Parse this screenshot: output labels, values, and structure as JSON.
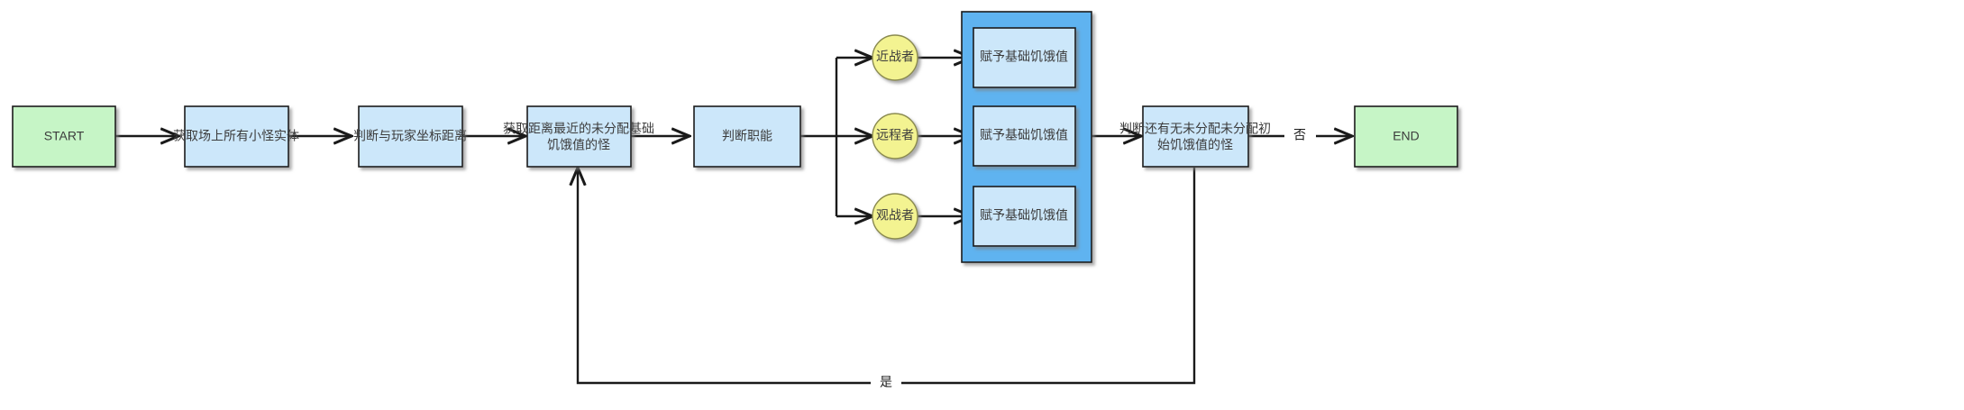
{
  "diagram": {
    "type": "flowchart",
    "orientation": "left-to-right",
    "colors": {
      "terminator_fill": "#c6f5c6",
      "process_fill": "#cce7fa",
      "decision_ellipse_fill": "#f3f391",
      "group_fill": "#5eb3f0",
      "inner_process_fill": "#cce7fa",
      "stroke": "#1a1a1a",
      "text": "#3c3c3c",
      "background": "#ffffff"
    },
    "nodes": [
      {
        "id": "start",
        "label": "START",
        "shape": "rect",
        "kind": "terminator"
      },
      {
        "id": "get_mobs",
        "label": "获取场上所有小怪实体",
        "shape": "rect",
        "kind": "process"
      },
      {
        "id": "calc_dist",
        "label": "判断与玩家坐标距离",
        "shape": "rect",
        "kind": "process"
      },
      {
        "id": "pick_near",
        "label": "获取距离最近的未分配基础饥饿值的怪",
        "shape": "rect",
        "kind": "process",
        "lines": [
          "获取距离最近的未分配基础",
          "饥饿值的怪"
        ]
      },
      {
        "id": "judge_role",
        "label": "判断职能",
        "shape": "rect",
        "kind": "process"
      },
      {
        "id": "role_melee",
        "label": "近战者",
        "shape": "ellipse",
        "kind": "branch"
      },
      {
        "id": "role_ranged",
        "label": "远程者",
        "shape": "ellipse",
        "kind": "branch"
      },
      {
        "id": "role_watch",
        "label": "观战者",
        "shape": "ellipse",
        "kind": "branch"
      },
      {
        "id": "assign_1",
        "label": "赋予基础饥饿值",
        "shape": "rect",
        "kind": "inner-process"
      },
      {
        "id": "assign_2",
        "label": "赋予基础饥饿值",
        "shape": "rect",
        "kind": "inner-process"
      },
      {
        "id": "assign_3",
        "label": "赋予基础饥饿值",
        "shape": "rect",
        "kind": "inner-process"
      },
      {
        "id": "check_more",
        "label": "判断还有无未分配未分配初始饥饿值的怪",
        "shape": "rect",
        "kind": "process",
        "lines": [
          "判断还有无未分配未分配初",
          "始饥饿值的怪"
        ]
      },
      {
        "id": "end",
        "label": "END",
        "shape": "rect",
        "kind": "terminator"
      }
    ],
    "group": {
      "id": "assign-group",
      "label": ""
    },
    "edge_labels": {
      "no": "否",
      "yes": "是"
    }
  }
}
